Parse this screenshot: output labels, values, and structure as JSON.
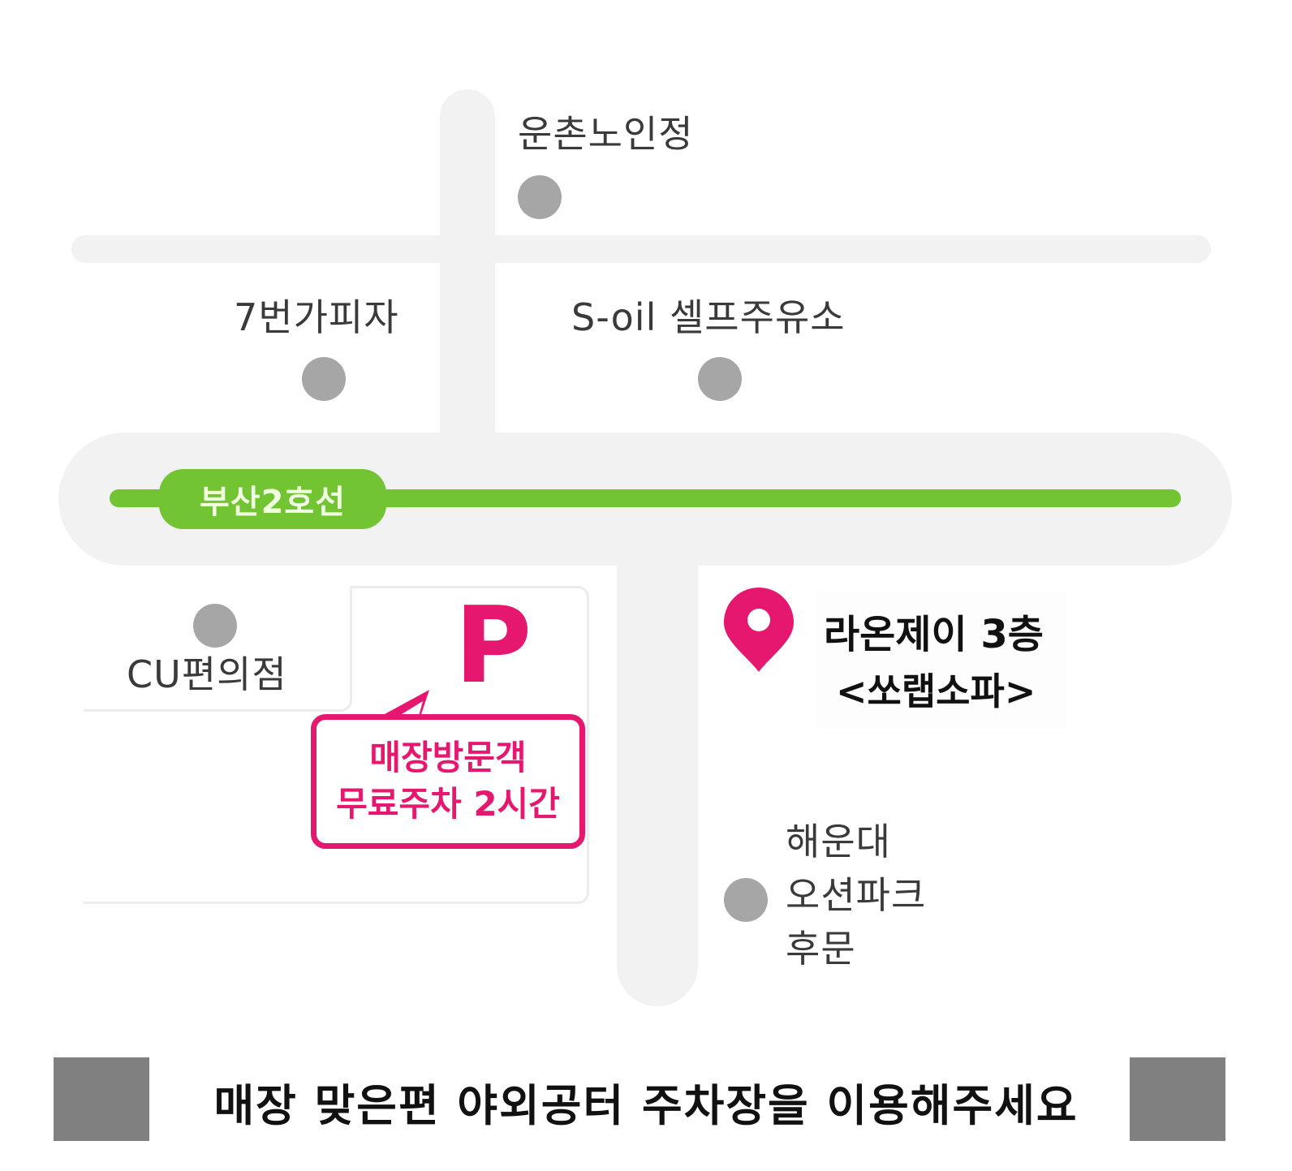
{
  "colors": {
    "road": "#f2f2f2",
    "poi_dot": "#a6a6a6",
    "subway_green": "#72c433",
    "accent_pink": "#e6176e",
    "banner_cap": "#808080"
  },
  "pois": [
    {
      "id": "woonchon-senior-pavilion",
      "label": "운촌노인정"
    },
    {
      "id": "pizza-7beonga",
      "label": "7번가피자"
    },
    {
      "id": "s-oil-self-station",
      "label": "S-oil 셀프주유소"
    },
    {
      "id": "cu-convenience-store",
      "label": "CU편의점"
    },
    {
      "id": "haeundae-ocean-park-backgate",
      "label_lines": [
        "해운대",
        "오션파크",
        "후문"
      ]
    }
  ],
  "subway": {
    "label": "부산2호선"
  },
  "parking": {
    "symbol": "P",
    "callout_lines": [
      "매장방문객",
      "무료주차 2시간"
    ]
  },
  "store": {
    "name": "라온제이 3층",
    "subtitle": "<쏘랩소파>",
    "icon": "map-pin-icon"
  },
  "banner": {
    "text": "매장 맞은편 야외공터 주차장을 이용해주세요"
  }
}
